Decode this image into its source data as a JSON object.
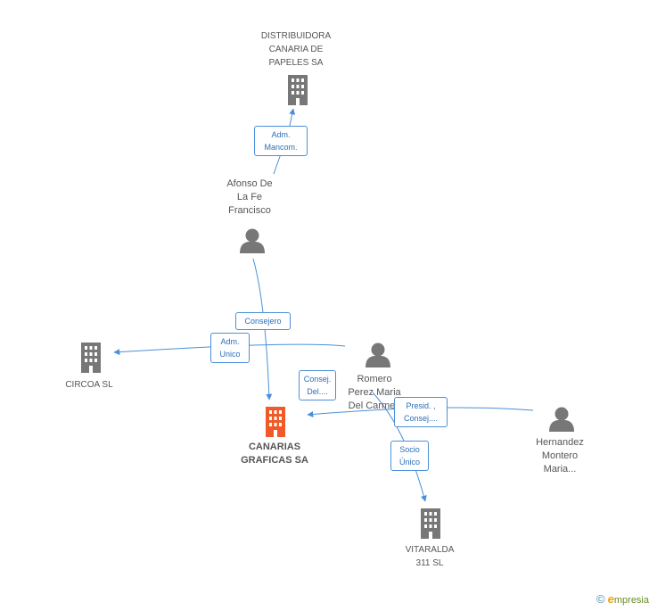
{
  "colors": {
    "edge": "#4a90d9",
    "node": "#777777",
    "main": "#f05a28"
  },
  "nodes": {
    "distribuidora": {
      "lines": [
        "DISTRIBUIDORA",
        "CANARIA DE",
        "PAPELES SA"
      ],
      "type": "company"
    },
    "afonso": {
      "lines": [
        "Afonso De",
        "La Fe",
        "Francisco"
      ],
      "type": "person"
    },
    "circoa": {
      "lines": [
        "CIRCOA SL"
      ],
      "type": "company"
    },
    "romero": {
      "lines": [
        "Romero",
        "Perez Maria",
        "Del Carmen"
      ],
      "type": "person"
    },
    "canarias": {
      "lines": [
        "CANARIAS",
        "GRAFICAS SA"
      ],
      "type": "company-main"
    },
    "hernandez": {
      "lines": [
        "Hernandez",
        "Montero",
        "Maria..."
      ],
      "type": "person"
    },
    "vitaralda": {
      "lines": [
        "VITARALDA",
        "311 SL"
      ],
      "type": "company"
    }
  },
  "edges": {
    "adm_mancom": [
      "Adm.",
      "Mancom."
    ],
    "consejero": [
      "Consejero"
    ],
    "adm_unico": [
      "Adm.",
      "Unico"
    ],
    "consej_del": [
      "Consej.",
      "Del...."
    ],
    "presid_consej": [
      "Presid. ,",
      "Consej...."
    ],
    "socio_unico": [
      "Socio",
      "Único"
    ]
  },
  "brand": {
    "copyright": "©",
    "e": "e",
    "rest": "mpresia"
  }
}
